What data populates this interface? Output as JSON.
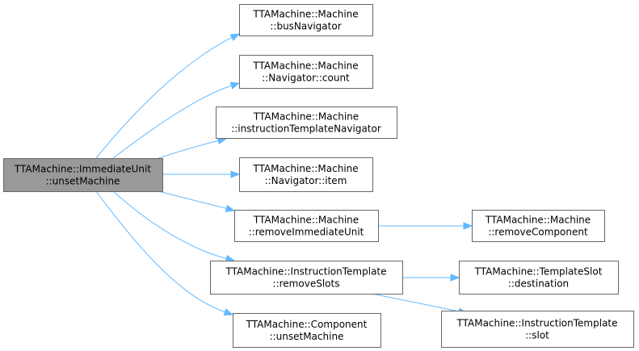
{
  "diagram": {
    "type": "call-graph",
    "root": {
      "id": "root",
      "line1": "TTAMachine::ImmediateUnit",
      "line2": "::unsetMachine",
      "highlighted": true
    },
    "nodes": [
      {
        "id": "busNavigator",
        "line1": "TTAMachine::Machine",
        "line2": "::busNavigator"
      },
      {
        "id": "count",
        "line1": "TTAMachine::Machine",
        "line2": "::Navigator::count"
      },
      {
        "id": "instructionTemplateNavigator",
        "line1": "TTAMachine::Machine",
        "line2": "::instructionTemplateNavigator"
      },
      {
        "id": "item",
        "line1": "TTAMachine::Machine",
        "line2": "::Navigator::item"
      },
      {
        "id": "removeImmediateUnit",
        "line1": "TTAMachine::Machine",
        "line2": "::removeImmediateUnit"
      },
      {
        "id": "removeComponent",
        "line1": "TTAMachine::Machine",
        "line2": "::removeComponent"
      },
      {
        "id": "removeSlots",
        "line1": "TTAMachine::InstructionTemplate",
        "line2": "::removeSlots"
      },
      {
        "id": "destination",
        "line1": "TTAMachine::TemplateSlot",
        "line2": "::destination"
      },
      {
        "id": "slot",
        "line1": "TTAMachine::InstructionTemplate",
        "line2": "::slot"
      },
      {
        "id": "unsetMachine",
        "line1": "TTAMachine::Component",
        "line2": "::unsetMachine"
      }
    ],
    "edges": [
      {
        "from": "root",
        "to": "busNavigator"
      },
      {
        "from": "root",
        "to": "count"
      },
      {
        "from": "root",
        "to": "instructionTemplateNavigator"
      },
      {
        "from": "root",
        "to": "item"
      },
      {
        "from": "root",
        "to": "removeImmediateUnit"
      },
      {
        "from": "root",
        "to": "removeSlots"
      },
      {
        "from": "root",
        "to": "unsetMachine"
      },
      {
        "from": "removeImmediateUnit",
        "to": "removeComponent"
      },
      {
        "from": "removeSlots",
        "to": "destination"
      },
      {
        "from": "removeSlots",
        "to": "slot"
      }
    ],
    "colors": {
      "root_fill": "#999999",
      "node_fill": "#ffffff",
      "border": "#666666",
      "edge": "#63b8ff"
    }
  }
}
